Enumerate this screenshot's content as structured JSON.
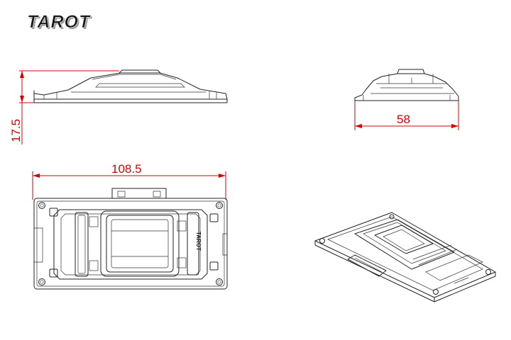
{
  "brand": {
    "logo_text": "TAROT",
    "logo_color": "#1a1a1a"
  },
  "colors": {
    "dimension": "#d40000",
    "outline": "#222222",
    "background": "#ffffff"
  },
  "dimensions": {
    "height": "17.5",
    "depth": "58",
    "width": "108.5"
  },
  "views": [
    {
      "name": "side-view"
    },
    {
      "name": "end-view"
    },
    {
      "name": "top-view"
    },
    {
      "name": "isometric-view"
    }
  ],
  "top_view_mark": "TAROT"
}
